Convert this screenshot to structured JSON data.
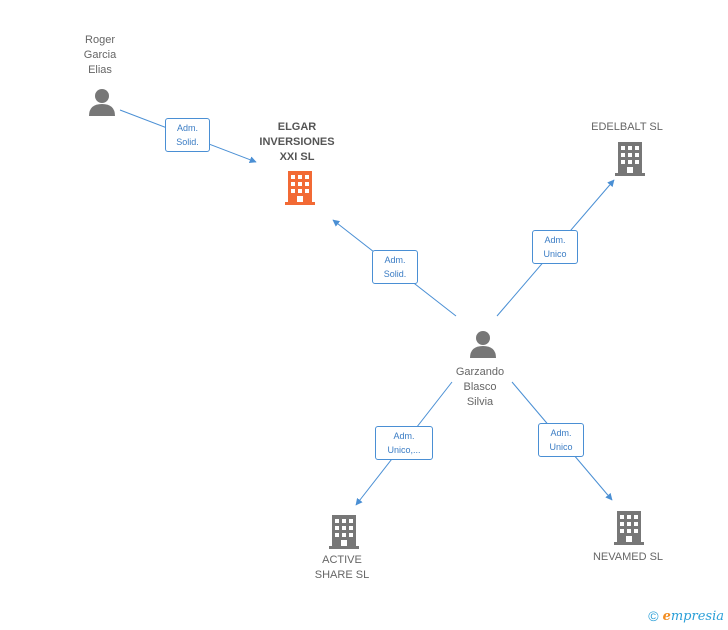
{
  "colors": {
    "edge": "#4a8fd4",
    "company": "#777777",
    "company_main": "#f26a35",
    "person": "#777777"
  },
  "nodes": {
    "roger": {
      "label": "Roger\nGarcia\nElias",
      "kind": "person"
    },
    "elgar": {
      "label": "ELGAR\nINVERSIONES\nXXI SL",
      "kind": "company-main"
    },
    "edelbalt": {
      "label": "EDELBALT SL",
      "kind": "company"
    },
    "garzando": {
      "label": "Garzando\nBlasco\nSilvia",
      "kind": "person"
    },
    "active": {
      "label": "ACTIVE\nSHARE SL",
      "kind": "company"
    },
    "nevamed": {
      "label": "NEVAMED SL",
      "kind": "company"
    }
  },
  "edges": {
    "roger_elgar": "Adm.\nSolid.",
    "garzando_elgar": "Adm.\nSolid.",
    "garzando_edelbalt": "Adm.\nUnico",
    "garzando_active": "Adm.\nUnico,...",
    "garzando_nevamed": "Adm.\nUnico"
  },
  "footer": {
    "copyright": "©",
    "brand_first": "e",
    "brand_rest": "mpresia"
  }
}
